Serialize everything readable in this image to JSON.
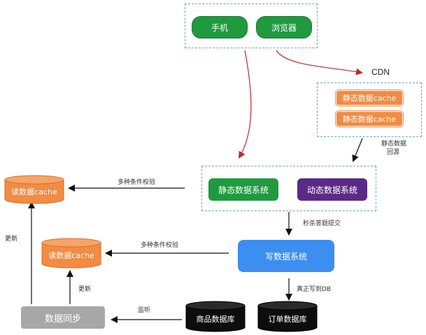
{
  "clients": {
    "mobile": "手机",
    "browser": "浏览器"
  },
  "cdn": {
    "title": "CDN",
    "cache_1": "静态数据cache",
    "cache_2": "静态数据cache",
    "origin_label_line1": "静态数据",
    "origin_label_line2": "回源"
  },
  "systems": {
    "static": "静态数据系统",
    "dynamic": "动态数据系统"
  },
  "write": {
    "label": "写数据系统",
    "seckill_submit": "秒杀答题提交",
    "real_write": "真正写到DB"
  },
  "read_cache_top": {
    "label": "读数据cache",
    "check": "多种条件校验"
  },
  "read_cache_mid": {
    "label": "读数据cache",
    "check": "多种条件校验"
  },
  "db": {
    "goods": "商品数据库",
    "orders": "订单数据库"
  },
  "sync": {
    "label": "数据同步",
    "listen": "监听",
    "update_1": "更新",
    "update_2": "更新"
  },
  "colors": {
    "green": "#1f9a3e",
    "orange": "#f28b43",
    "purple": "#5b2a86",
    "blue": "#3c8ef0",
    "gray": "#a7a7a7",
    "red_arrow": "#c0282e",
    "dashed": "#6aa6c8"
  }
}
